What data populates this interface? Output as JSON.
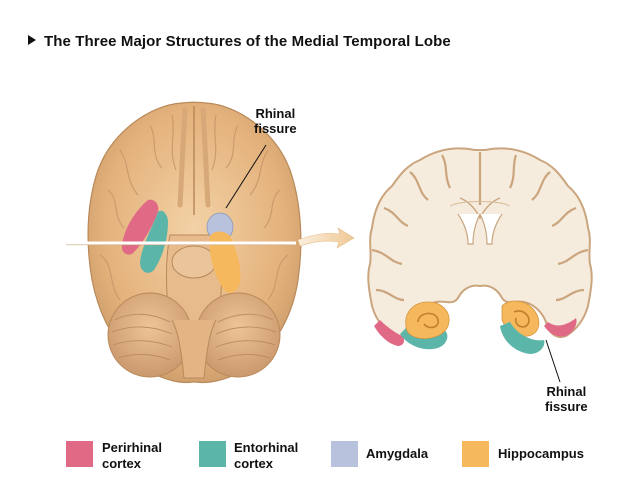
{
  "title": "The Three Major Structures of the Medial Temporal Lobe",
  "labels": {
    "rhinal_top_line1": "Rhinal",
    "rhinal_top_line2": "fissure",
    "rhinal_bottom_line1": "Rhinal",
    "rhinal_bottom_line2": "fissure"
  },
  "legend": [
    {
      "line1": "Perirhinal",
      "line2": "cortex",
      "color": "#e06a86"
    },
    {
      "line1": "Entorhinal",
      "line2": "cortex",
      "color": "#5bb5a8"
    },
    {
      "line1": "Amygdala",
      "line2": "",
      "color": "#b8c2dc"
    },
    {
      "line1": "Hippocampus",
      "line2": "",
      "color": "#f6b85c"
    }
  ],
  "colors": {
    "brain": "#e9bf8c",
    "brain_shadow": "#c99a68",
    "section_fill": "#f6ecdd",
    "section_outline": "#caa57e",
    "perirhinal": "#e06a86",
    "entorhinal": "#5bb5a8",
    "amygdala": "#b8c2dc",
    "hippocampus": "#f6b85c",
    "arrow": "#f3d6ae"
  }
}
